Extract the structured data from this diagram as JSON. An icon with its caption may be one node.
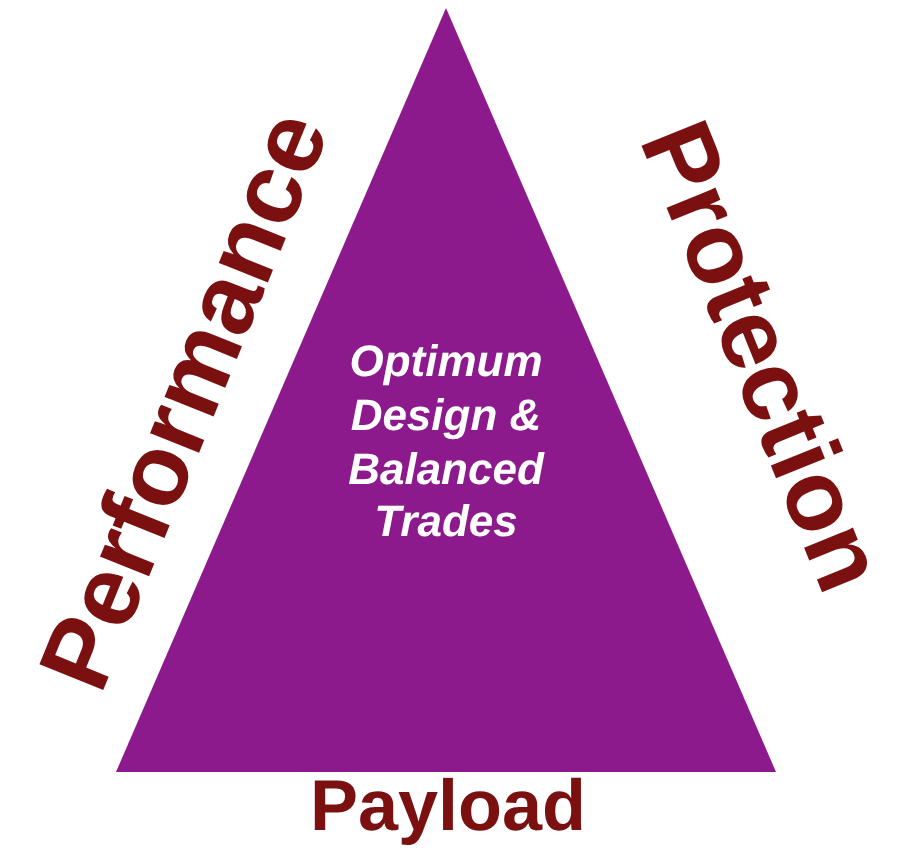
{
  "diagram": {
    "nodes": [
      {
        "text": [
          "Optimum Design & Balanced Trades"
        ]
      }
    ],
    "labels": [
      "Performance",
      "Protection",
      "Payload"
    ]
  }
}
